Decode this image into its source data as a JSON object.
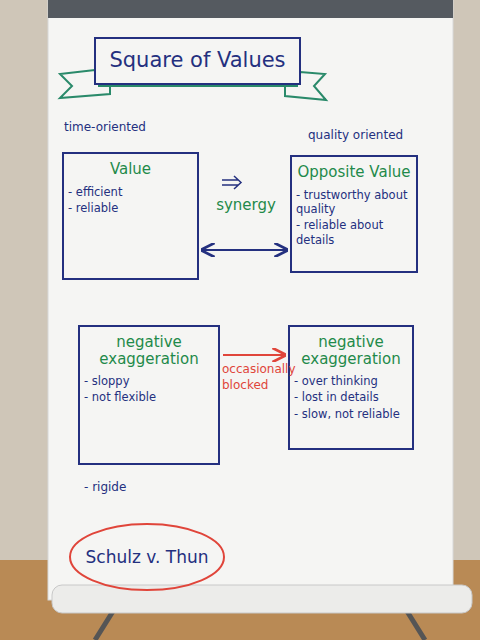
{
  "diagram": {
    "title": "Square of Values",
    "nodes": [
      {
        "text": [
          "Value",
          "- efficient",
          "- reliable"
        ]
      },
      {
        "text": [
          "Opposite Value",
          "- trustworthy about quality",
          "- reliable about details"
        ]
      },
      {
        "text": [
          "negative exaggeration",
          "- sloppy",
          "- not flexible"
        ]
      },
      {
        "text": [
          "negative exaggeration",
          "- over thinking",
          "- lost in details",
          "- slow, not reliable"
        ]
      },
      {
        "text": [
          "Schulz v. Thun"
        ]
      }
    ],
    "edges": [
      {
        "from": 0,
        "to": 1,
        "label": "synergy",
        "arrow": "both"
      },
      {
        "from": 2,
        "to": 3,
        "label": "occasionally blocked",
        "arrow": "to"
      }
    ],
    "labels": [
      "time-oriented",
      "quality oriented",
      "- rigide"
    ]
  }
}
